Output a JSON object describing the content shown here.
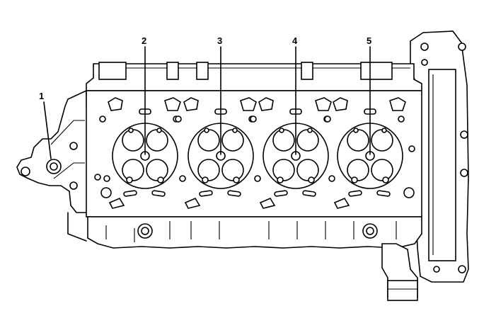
{
  "callouts": [
    {
      "id": "1",
      "label": "1"
    },
    {
      "id": "2",
      "label": "2"
    },
    {
      "id": "3",
      "label": "3"
    },
    {
      "id": "4",
      "label": "4"
    },
    {
      "id": "5",
      "label": "5"
    }
  ]
}
